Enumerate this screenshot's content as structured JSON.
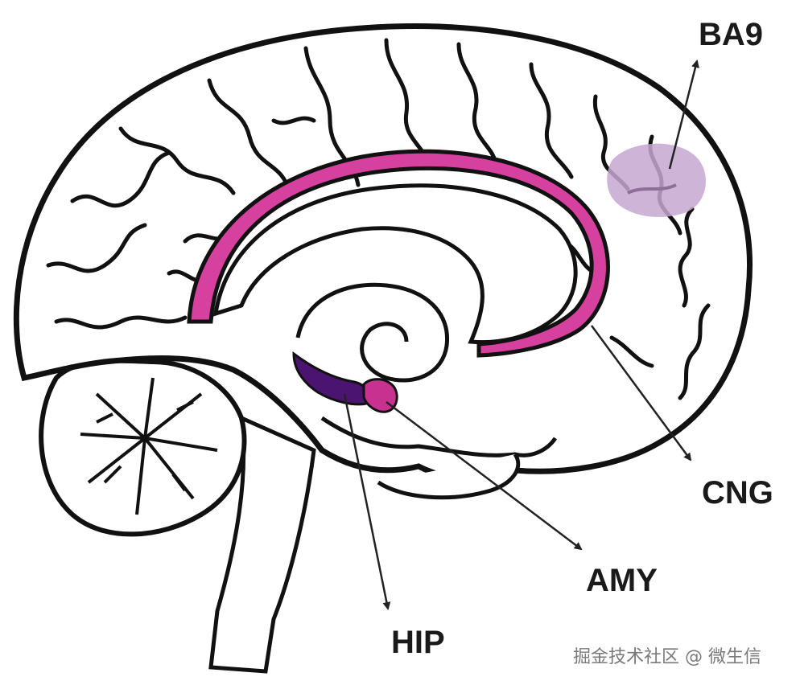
{
  "labels": {
    "ba9": "BA9",
    "cng": "CNG",
    "amy": "AMY",
    "hip": "HIP"
  },
  "watermark": "掘金技术社区 @ 微生信",
  "colors": {
    "cingulate": "#d6409e",
    "ba9": "#c5a8d0",
    "amygdala": "#c8318f",
    "hippocampus": "#4a1470",
    "outline": "#111111"
  }
}
